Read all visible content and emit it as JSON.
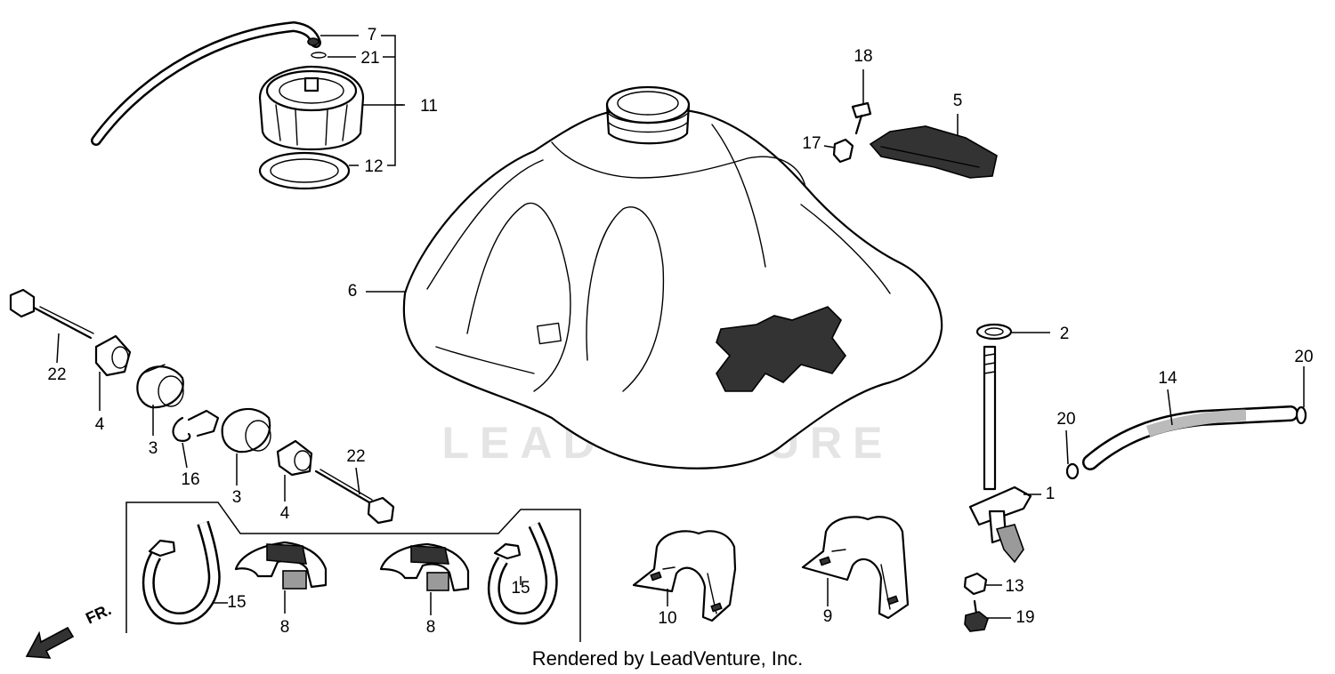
{
  "watermark": "LEADVENTURE",
  "footer": "Rendered by LeadVenture, Inc.",
  "direction_arrow": "FR.",
  "callouts": [
    {
      "id": "c7",
      "text": "7"
    },
    {
      "id": "c21",
      "text": "21"
    },
    {
      "id": "c11",
      "text": "11"
    },
    {
      "id": "c12",
      "text": "12"
    },
    {
      "id": "c18",
      "text": "18"
    },
    {
      "id": "c5",
      "text": "5"
    },
    {
      "id": "c17",
      "text": "17"
    },
    {
      "id": "c6",
      "text": "6"
    },
    {
      "id": "c2",
      "text": "2"
    },
    {
      "id": "c20a",
      "text": "20"
    },
    {
      "id": "c14",
      "text": "14"
    },
    {
      "id": "c20b",
      "text": "20"
    },
    {
      "id": "c1",
      "text": "1"
    },
    {
      "id": "c22a",
      "text": "22"
    },
    {
      "id": "c4a",
      "text": "4"
    },
    {
      "id": "c3a",
      "text": "3"
    },
    {
      "id": "c16",
      "text": "16"
    },
    {
      "id": "c3b",
      "text": "3"
    },
    {
      "id": "c4b",
      "text": "4"
    },
    {
      "id": "c22b",
      "text": "22"
    },
    {
      "id": "c15a",
      "text": "15"
    },
    {
      "id": "c8a",
      "text": "8"
    },
    {
      "id": "c8b",
      "text": "8"
    },
    {
      "id": "c15b",
      "text": "15"
    },
    {
      "id": "c10",
      "text": "10"
    },
    {
      "id": "c9",
      "text": "9"
    },
    {
      "id": "c13",
      "text": "13"
    },
    {
      "id": "c19",
      "text": "19"
    }
  ]
}
